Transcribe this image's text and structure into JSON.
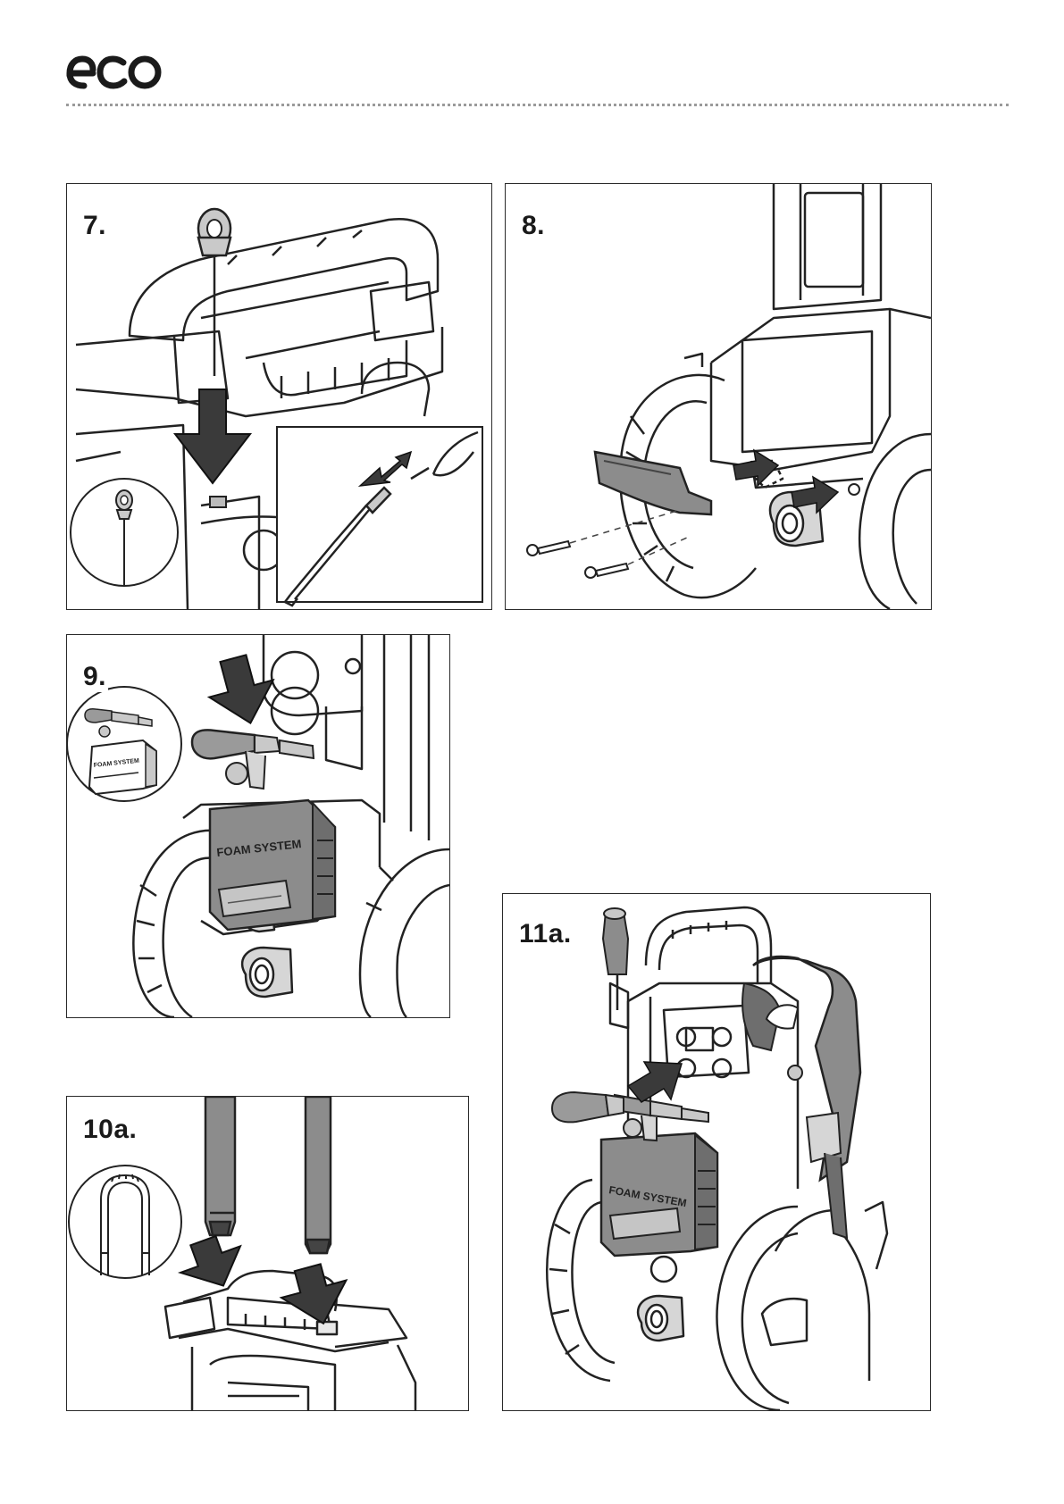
{
  "brand": {
    "logo_text": "eco"
  },
  "panels": [
    {
      "id": "7",
      "label": "7."
    },
    {
      "id": "8",
      "label": "8."
    },
    {
      "id": "9",
      "label": "9.",
      "foam_text": "FOAM SYSTEM"
    },
    {
      "id": "10a",
      "label": "10a."
    },
    {
      "id": "11a",
      "label": "11a.",
      "foam_text": "FOAM SYSTEM"
    }
  ]
}
